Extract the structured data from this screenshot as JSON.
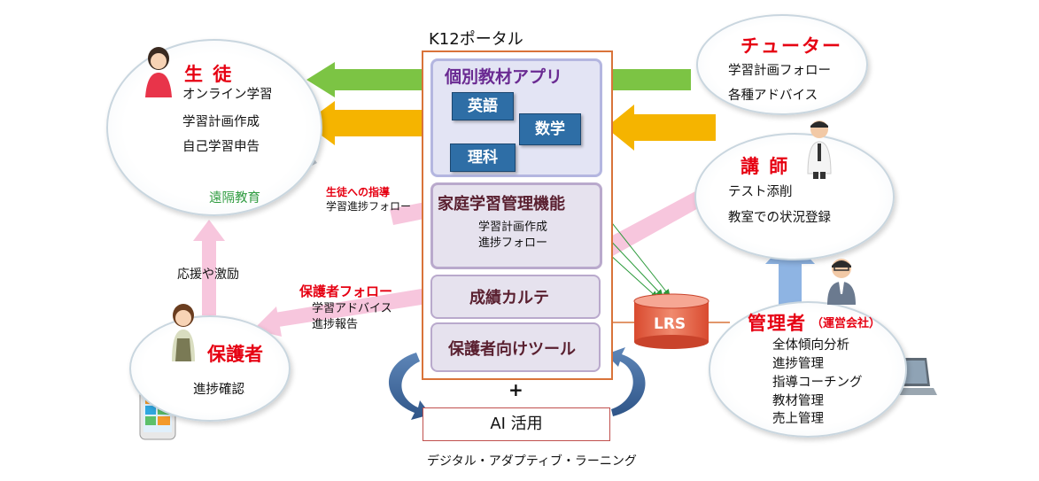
{
  "portal": {
    "title": "K12ポータル",
    "app": {
      "title": "個別教材アプリ",
      "subjects": [
        "英語",
        "数学",
        "理科"
      ]
    },
    "home": {
      "title": "家庭学習管理機能",
      "lines": [
        "学習計画作成",
        "進捗フォロー"
      ]
    },
    "karte": {
      "title": "成績カルテ"
    },
    "guardian_tool": {
      "title": "保護者向けツール"
    }
  },
  "plus": "+",
  "ai": {
    "label": "AI 活用",
    "caption": "デジタル・アダプティブ・ラーニング"
  },
  "lrs": {
    "label": "LRS"
  },
  "student": {
    "title": "生 徒",
    "items": [
      "オンライン学習",
      "学習計画作成",
      "自己学習申告"
    ],
    "remote": "遠隔教育"
  },
  "tutor": {
    "title": "チューター",
    "items": [
      "学習計画フォロー",
      "各種アドバイス"
    ]
  },
  "teacher": {
    "title": "講 師",
    "items": [
      "テスト添削",
      "教室での状況登録"
    ]
  },
  "admin": {
    "title": "管理者",
    "sub": "（運営会社）",
    "items": [
      "全体傾向分析",
      "進捗管理",
      "指導コーチング",
      "教材管理",
      "売上管理"
    ]
  },
  "guardian": {
    "title": "保護者",
    "items": [
      "進捗確認"
    ]
  },
  "labels": {
    "student_guidance_title": "生徒への指導",
    "student_guidance_sub": "学習進捗フォロー",
    "support": "応援や激励",
    "guardian_follow_title": "保護者フォロー",
    "guardian_follow_lines": [
      "学習アドバイス",
      "進捗報告"
    ]
  },
  "colors": {
    "role_red": "#e60012",
    "green_arrow": "#7cc444",
    "orange_arrow": "#f5b400",
    "pink_arrow": "#f7c6dd",
    "blue_arrow": "#8eb4e3",
    "portal_border": "#d9733a",
    "subject_blue": "#2e6ea6",
    "remote_green": "#2e9b3f",
    "lrs_red": "#e8634a"
  }
}
